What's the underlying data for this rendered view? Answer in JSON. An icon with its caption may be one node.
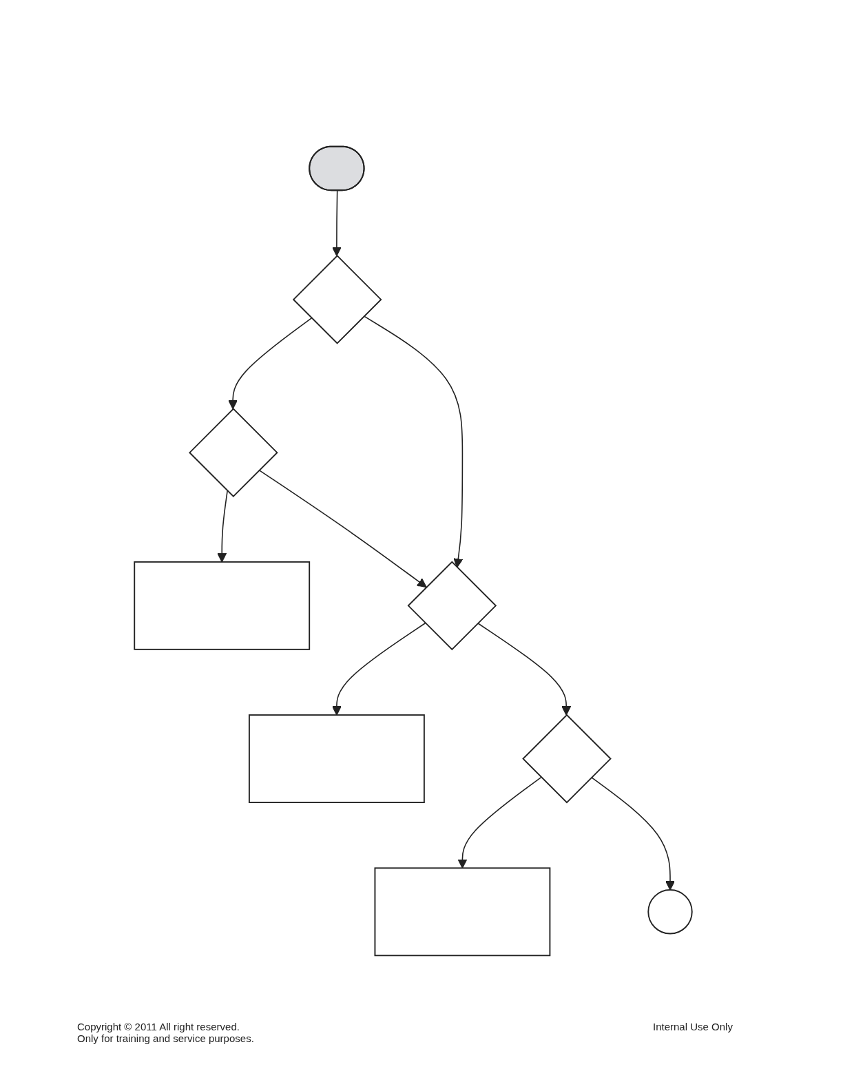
{
  "diagram": {
    "nodes": [
      {
        "text": [],
        "shape": "stadium"
      },
      {
        "text": [],
        "shape": "diamond"
      },
      {
        "text": [],
        "shape": "diamond"
      },
      {
        "text": [],
        "shape": "box"
      },
      {
        "text": [],
        "shape": "diamond"
      },
      {
        "text": [],
        "shape": "box"
      },
      {
        "text": [],
        "shape": "diamond"
      },
      {
        "text": [],
        "shape": "box"
      },
      {
        "text": [],
        "shape": "circle"
      }
    ],
    "edges": [
      {
        "from": 0,
        "to": 1,
        "arrow": "to"
      },
      {
        "from": 1,
        "to": 2,
        "arrow": "to"
      },
      {
        "from": 2,
        "to": 3,
        "arrow": "to"
      },
      {
        "from": 1,
        "to": 4,
        "arrow": "to"
      },
      {
        "from": 2,
        "to": 4,
        "arrow": "to"
      },
      {
        "from": 4,
        "to": 5,
        "arrow": "to"
      },
      {
        "from": 4,
        "to": 6,
        "arrow": "to"
      },
      {
        "from": 6,
        "to": 7,
        "arrow": "to"
      },
      {
        "from": 6,
        "to": 8,
        "arrow": "to"
      }
    ],
    "labels": [
      "Copyright © 2011 All right reserved.",
      "Only for training and service purposes.",
      "Internal Use Only"
    ]
  }
}
